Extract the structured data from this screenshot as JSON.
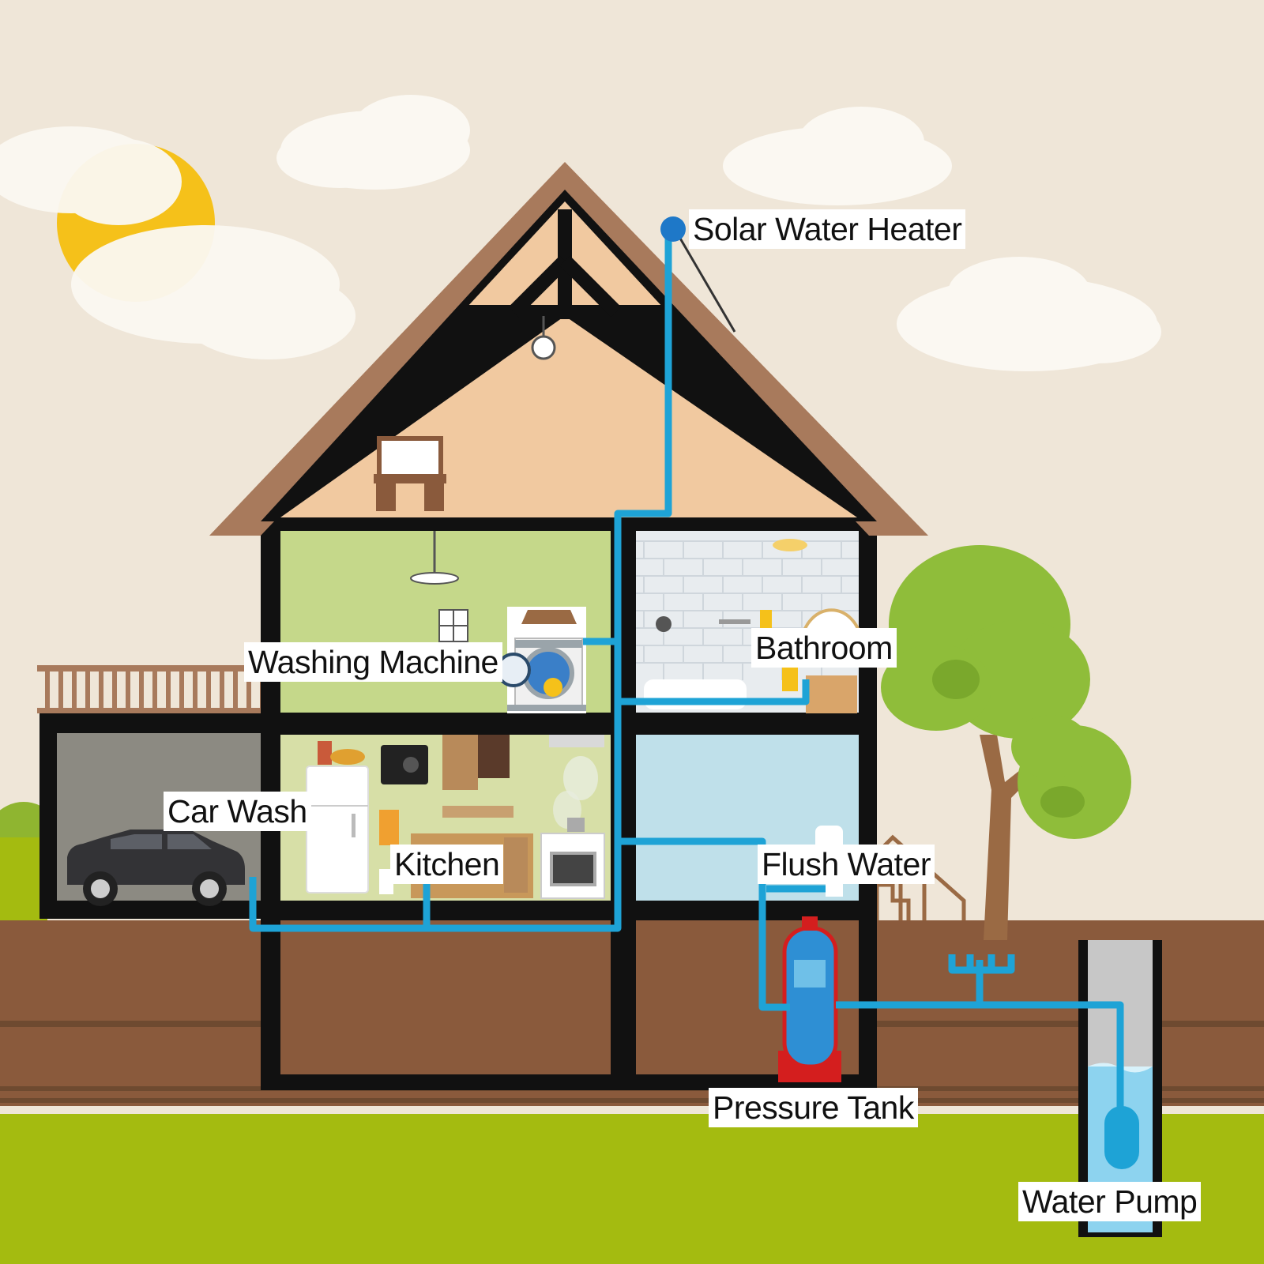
{
  "labels": {
    "solar_water_heater": "Solar Water Heater",
    "washing_machine": "Washing Machine",
    "bathroom": "Bathroom",
    "car_wash": "Car Wash",
    "kitchen": "Kitchen",
    "flush_water": "Flush Water",
    "pressure_tank": "Pressure Tank",
    "water_pump": "Water Pump"
  },
  "colors": {
    "sky": "#efe6d8",
    "pipe": "#1ea3d6",
    "soil": "#8a5a3c",
    "grass": "#a4bb10",
    "roof": "#a87a5c",
    "frame": "#111111",
    "sun": "#f5c11a",
    "tree": "#8fbd3a",
    "tank": "#2e8fd4"
  }
}
